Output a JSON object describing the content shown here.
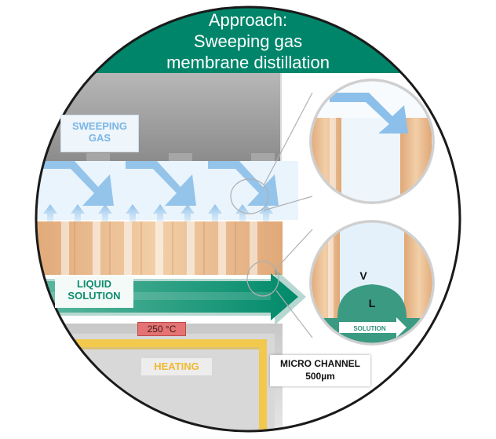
{
  "title": {
    "line1": "Approach:",
    "line2": "Sweeping gas",
    "line3": "membrane distillation"
  },
  "labels": {
    "sweeping_gas_line1": "SWEEPING",
    "sweeping_gas_line2": "GAS",
    "liquid_solution_line1": "LIQUID",
    "liquid_solution_line2": "SOLUTION",
    "temperature": "250 °C",
    "heating": "HEATING",
    "micro_channel_line1": "MICRO CHANNEL",
    "micro_channel_line2": "500µm"
  },
  "zoom_detail": {
    "vapor": "V",
    "liquid": "L",
    "solution": "SOLUTION"
  },
  "colors": {
    "teal": "#00856a",
    "gas_blue": "#9cc6ea",
    "membrane_tan": "#e6b98f",
    "channel_grey": "#bfbfbf",
    "heater_yellow": "#f2c94c",
    "temp_red": "#e57373"
  }
}
